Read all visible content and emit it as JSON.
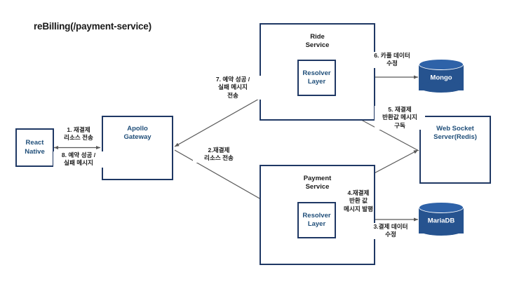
{
  "diagram": {
    "title": "reBilling(/payment-service)",
    "nodes": {
      "react_native": "React\nNative",
      "apollo_gateway": "Apollo\nGateway",
      "ride_service": "Ride\nService",
      "ride_resolver": "Resolver\nLayer",
      "payment_service": "Payment\nService",
      "payment_resolver": "Resolver\nLayer",
      "websocket_server": "Web Socket\nServer(Redis)",
      "mongo": "Mongo",
      "mariadb": "MariaDB"
    },
    "edge_labels": {
      "step1": "1. 재결제\n리소스 전송",
      "step2": "2.재결제\n리소스 전송",
      "step3": "3.결제 데이터\n수정",
      "step4": "4.재결제\n반환 값\n메시지 발행",
      "step5": "5. 재결제\n반환값 메시지\n구독",
      "step6": "6. 카풀 데이터\n수정",
      "step7": "7. 예약 성공 /\n실패 메시지\n전송",
      "step8": "8. 예약 성공 /\n실패 메시지"
    },
    "colors": {
      "box_border": "#1F3864",
      "box_text": "#1F4E79",
      "db_fill": "#26538F",
      "db_top": "#2E62A8",
      "arrow": "#595959",
      "title_text": "#1a1a1a"
    }
  }
}
